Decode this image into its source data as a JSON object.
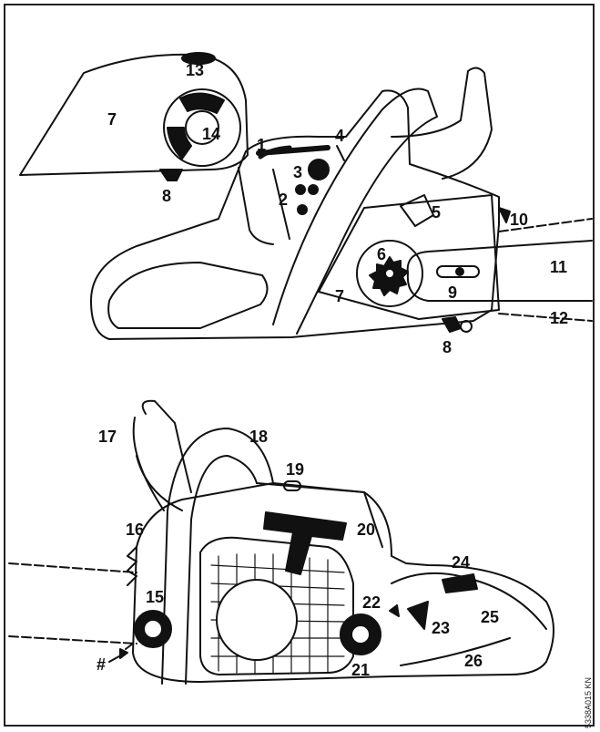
{
  "figure": {
    "top_view": {
      "callouts": [
        {
          "id": "c1",
          "text": "1"
        },
        {
          "id": "c2",
          "text": "2"
        },
        {
          "id": "c3",
          "text": "3"
        },
        {
          "id": "c4",
          "text": "4"
        },
        {
          "id": "c5",
          "text": "5"
        },
        {
          "id": "c6",
          "text": "6"
        },
        {
          "id": "c7a",
          "text": "7"
        },
        {
          "id": "c7b",
          "text": "7"
        },
        {
          "id": "c8a",
          "text": "8"
        },
        {
          "id": "c8b",
          "text": "8"
        },
        {
          "id": "c9",
          "text": "9"
        },
        {
          "id": "c10",
          "text": "10"
        },
        {
          "id": "c11",
          "text": "11"
        },
        {
          "id": "c12",
          "text": "12"
        },
        {
          "id": "c13",
          "text": "13"
        },
        {
          "id": "c14",
          "text": "14"
        }
      ]
    },
    "bottom_view": {
      "callouts": [
        {
          "id": "c15",
          "text": "15"
        },
        {
          "id": "c16",
          "text": "16"
        },
        {
          "id": "c17",
          "text": "17"
        },
        {
          "id": "c18",
          "text": "18"
        },
        {
          "id": "c19",
          "text": "19"
        },
        {
          "id": "c20",
          "text": "20"
        },
        {
          "id": "c21",
          "text": "21"
        },
        {
          "id": "c22",
          "text": "22"
        },
        {
          "id": "c23",
          "text": "23"
        },
        {
          "id": "c24",
          "text": "24"
        },
        {
          "id": "c25",
          "text": "25"
        },
        {
          "id": "c26",
          "text": "26"
        },
        {
          "id": "chash",
          "text": "#"
        }
      ]
    },
    "image_code": "5338A015 KN"
  }
}
